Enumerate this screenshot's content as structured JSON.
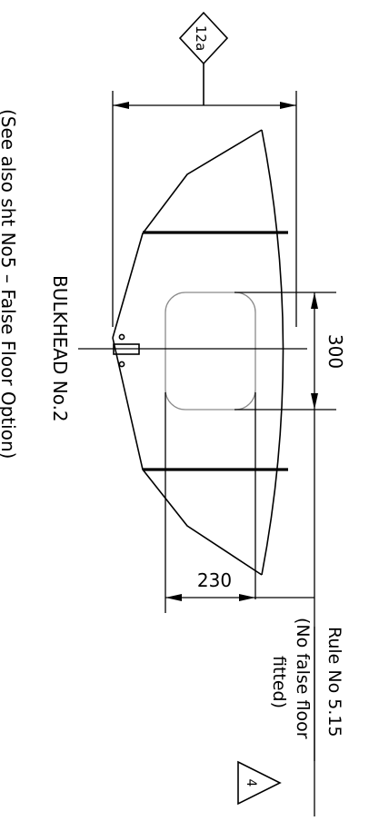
{
  "drawing": {
    "revision_tag_top": "12a",
    "revision_tag_bottom": "4",
    "dimension_height": "300",
    "dimension_width": "230",
    "title": "BULKHEAD No.2",
    "note": "(See also sht No5 – False Floor Option)",
    "rule_label": "Rule No 5.15",
    "rule_note_line1": "(No false floor",
    "rule_note_line2": "fitted)"
  }
}
